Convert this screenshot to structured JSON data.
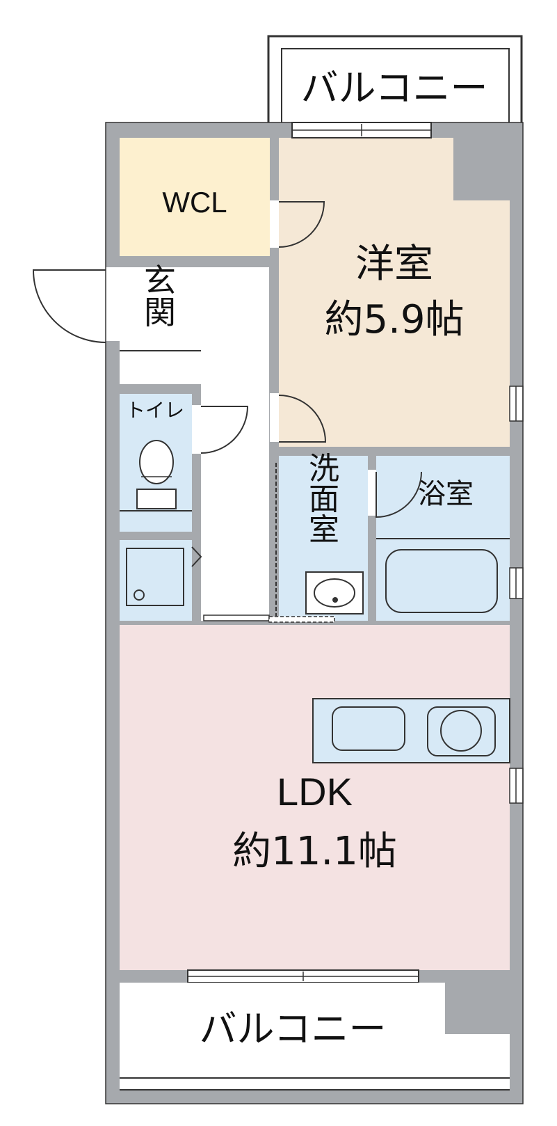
{
  "plan": {
    "balcony_top": "バルコニー",
    "balcony_bottom": "バルコニー",
    "wcl": "WCL",
    "entrance": [
      "玄",
      "関"
    ],
    "western_room": {
      "name": "洋室",
      "size": "約5.9帖"
    },
    "toilet": "トイレ",
    "washroom": [
      "洗",
      "面",
      "室"
    ],
    "bathroom": "浴室",
    "ldk": {
      "name": "LDK",
      "size": "約11.1帖"
    },
    "colors": {
      "wall": "#a6a9ad",
      "wcl": "#fdf0cf",
      "western_room": "#f5e8d6",
      "ldk": "#f4e2e2",
      "wet_area": "#d7e9f6",
      "corridor": "#ffffff",
      "line": "#333333"
    }
  }
}
